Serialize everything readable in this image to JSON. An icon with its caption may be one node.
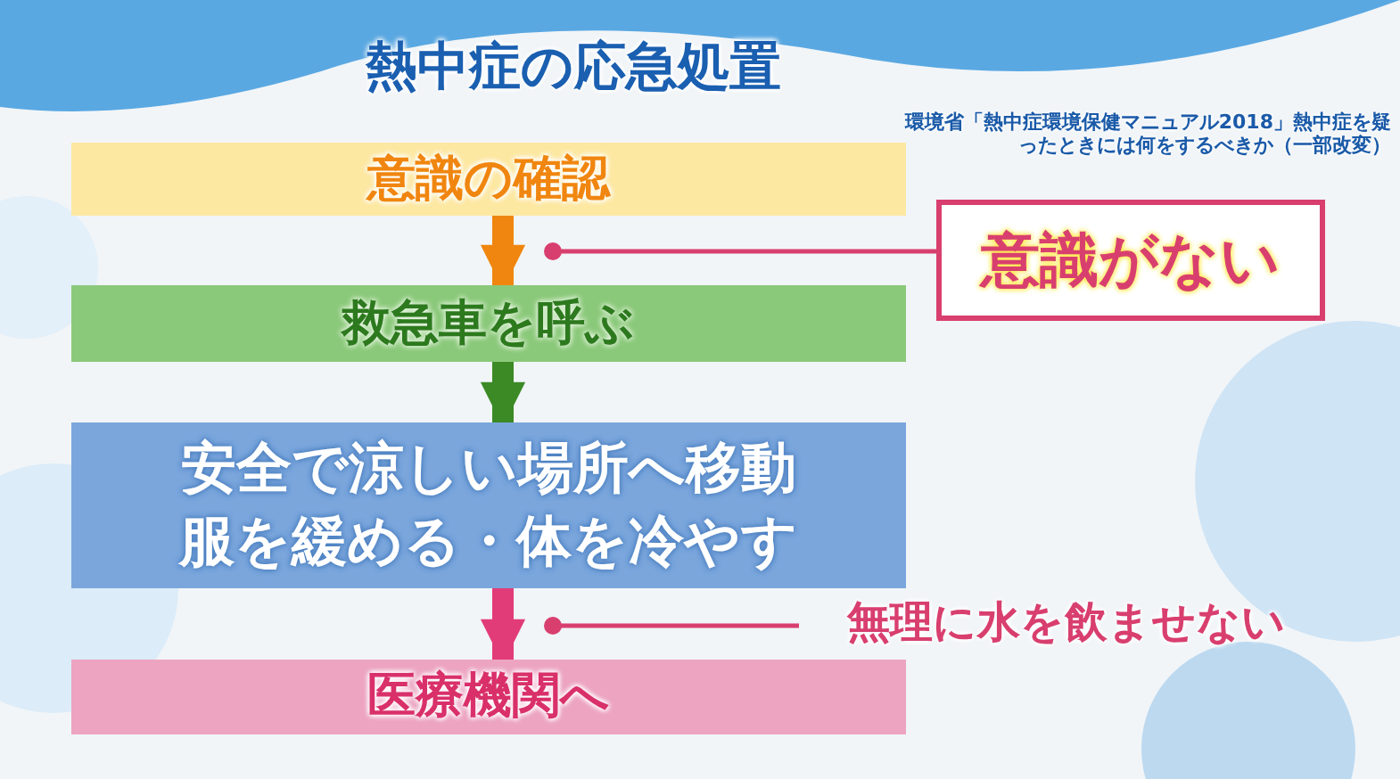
{
  "diagram": {
    "title": "熱中症の応急処置",
    "nodes": [
      {
        "text": [
          "意識の確認"
        ]
      },
      {
        "text": [
          "救急車を呼ぶ"
        ]
      },
      {
        "text": [
          "安全で涼しい場所へ移動",
          "服を緩める・体を冷やす"
        ]
      },
      {
        "text": [
          "医療機関へ"
        ]
      },
      {
        "text": [
          "意識がない"
        ]
      },
      {
        "text": [
          "無理に水を飲ませない"
        ]
      }
    ],
    "edges": [
      {
        "from": 0,
        "to": 1,
        "arrow": "to",
        "color": "#f0860f"
      },
      {
        "from": 1,
        "to": 2,
        "arrow": "to",
        "color": "#3b8a25"
      },
      {
        "from": 2,
        "to": 3,
        "arrow": "to",
        "color": "#e23c78"
      },
      {
        "from": 4,
        "to": 1,
        "arrow": "other",
        "color": "#d83f6e"
      },
      {
        "from": 5,
        "to": 3,
        "arrow": "other",
        "color": "#d83f6e"
      }
    ],
    "labels": [
      "環境省「熱中症環境保健マニュアル2018」熱中症を疑ったときには何をするべきか（一部改変）"
    ]
  }
}
